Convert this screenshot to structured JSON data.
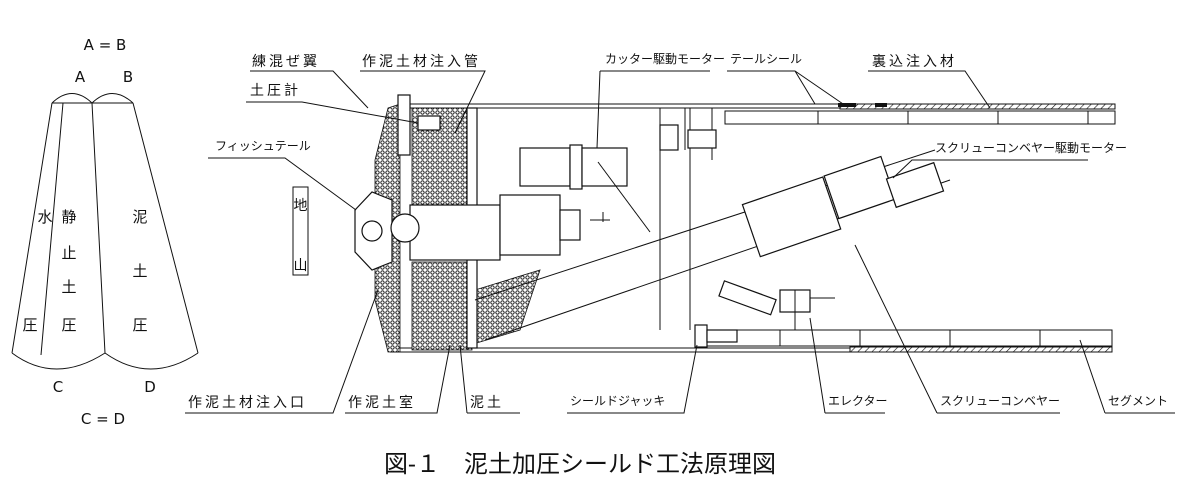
{
  "pressure_diagram": {
    "equation_top": "A = B",
    "label_a": "A",
    "label_b": "B",
    "label_c": "C",
    "label_d": "D",
    "equation_bottom": "C = D",
    "water_1": "水",
    "water_2": "圧",
    "static_chars": [
      "静",
      "止",
      "土",
      "圧"
    ],
    "mud_chars": [
      "泥",
      "土",
      "圧"
    ]
  },
  "ground_chars": [
    "地",
    "山"
  ],
  "labels": {
    "mixing_blade": "練混ぜ翼",
    "earth_pressure_gauge": "土圧計",
    "additive_injection_pipe": "作泥土材注入管",
    "cutter_motor": "カッター駆動モーター",
    "tail_seal": "テールシール",
    "backfill": "裏込注入材",
    "screw_motor": "スクリューコンベヤー駆動モーター",
    "fishtail": "フィッシュテール",
    "additive_injection_port": "作泥土材注入口",
    "mud_chamber": "作泥土室",
    "mud": "泥土",
    "shield_jack": "シールドジャッキ",
    "erector": "エレクター",
    "screw_conveyor": "スクリューコンベヤー",
    "segment": "セグメント"
  },
  "caption": "図-１　泥土加圧シールド工法原理図"
}
